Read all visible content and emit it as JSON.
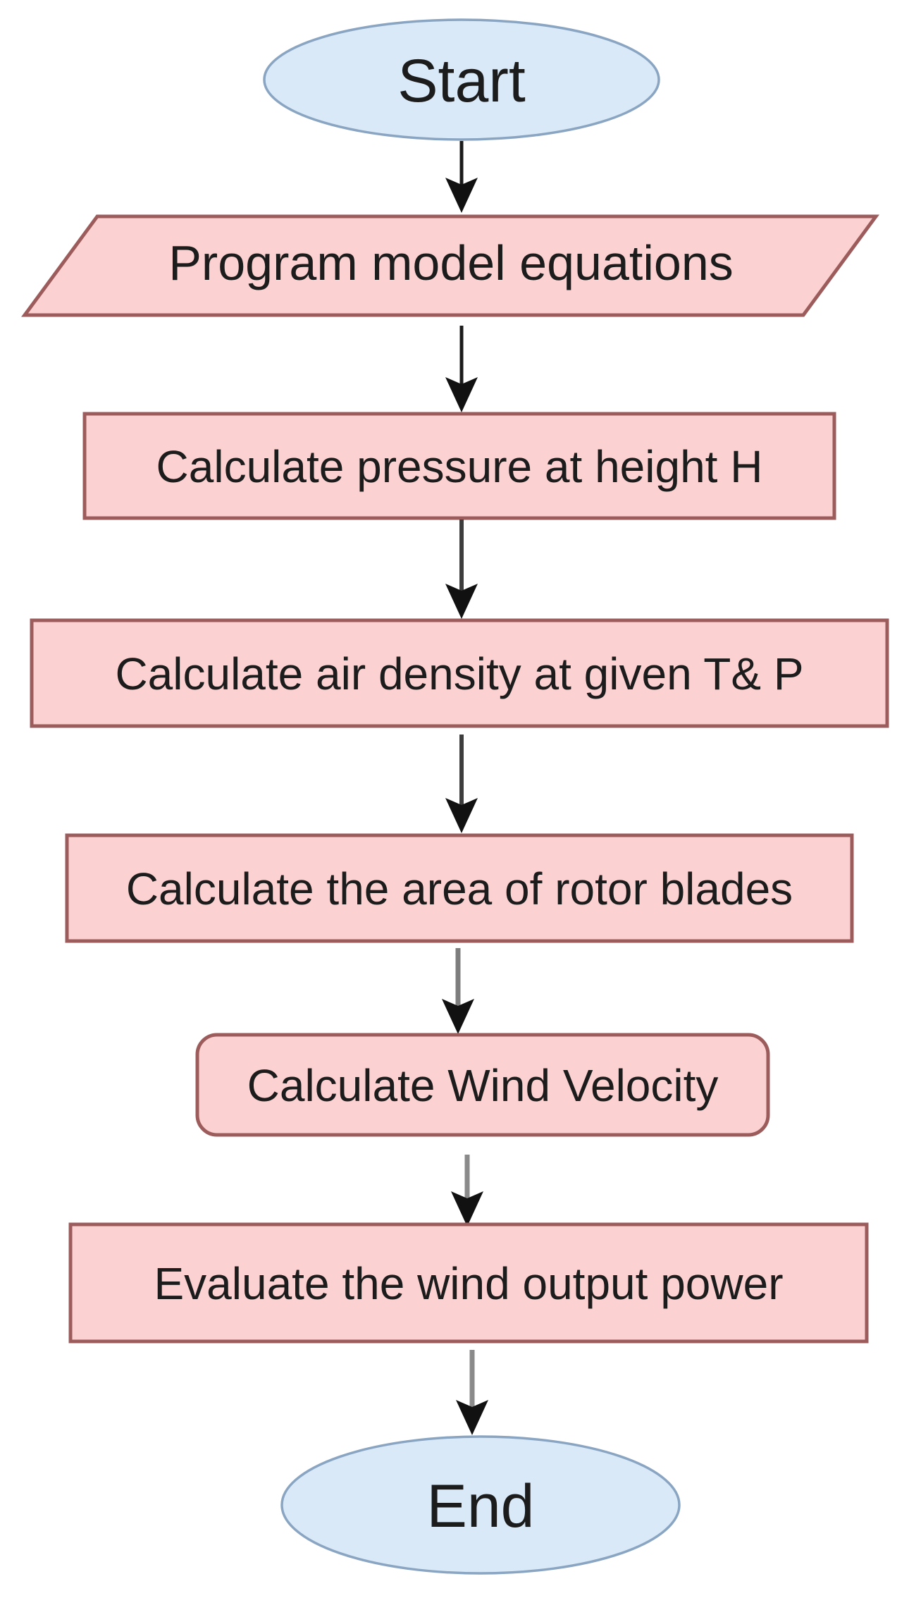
{
  "diagram": {
    "type": "flowchart",
    "direction": "top-down",
    "nodes": [
      {
        "id": "start",
        "type": "terminator",
        "shape": "ellipse",
        "label": "Start"
      },
      {
        "id": "program-model-equations",
        "type": "input-output",
        "shape": "parallelogram",
        "label": "Program model equations"
      },
      {
        "id": "calc-pressure",
        "type": "process",
        "shape": "rectangle",
        "label": "Calculate pressure at height H"
      },
      {
        "id": "calc-air-density",
        "type": "process",
        "shape": "rectangle",
        "label": "Calculate air density at given T& P"
      },
      {
        "id": "calc-rotor-area",
        "type": "process",
        "shape": "rectangle",
        "label": "Calculate the area of rotor blades"
      },
      {
        "id": "calc-wind-velocity",
        "type": "process",
        "shape": "rounded-rectangle",
        "label": "Calculate Wind Velocity"
      },
      {
        "id": "evaluate-output-power",
        "type": "process",
        "shape": "rectangle",
        "label": "Evaluate the wind output power"
      },
      {
        "id": "end",
        "type": "terminator",
        "shape": "ellipse",
        "label": "End"
      }
    ],
    "edges": [
      {
        "from": "start",
        "to": "program-model-equations",
        "style": "arrow-down"
      },
      {
        "from": "program-model-equations",
        "to": "calc-pressure",
        "style": "arrow-down"
      },
      {
        "from": "calc-pressure",
        "to": "calc-air-density",
        "style": "arrow-down"
      },
      {
        "from": "calc-air-density",
        "to": "calc-rotor-area",
        "style": "arrow-down"
      },
      {
        "from": "calc-rotor-area",
        "to": "calc-wind-velocity",
        "style": "arrow-down"
      },
      {
        "from": "calc-wind-velocity",
        "to": "evaluate-output-power",
        "style": "arrow-down"
      },
      {
        "from": "evaluate-output-power",
        "to": "end",
        "style": "arrow-down"
      }
    ],
    "colors": {
      "terminator_fill": "#d9e9f8",
      "terminator_border": "#8aa5c2",
      "process_fill": "#fbd2d1",
      "process_border": "#9d5c5c",
      "arrow_shaft_dark": "#1b1b1b",
      "arrow_shaft_mid": "#3d3d3d",
      "arrow_shaft_gray": "#8a8a8a",
      "arrow_head": "#111111",
      "text": "#1c1c1c",
      "background": "#ffffff"
    }
  }
}
